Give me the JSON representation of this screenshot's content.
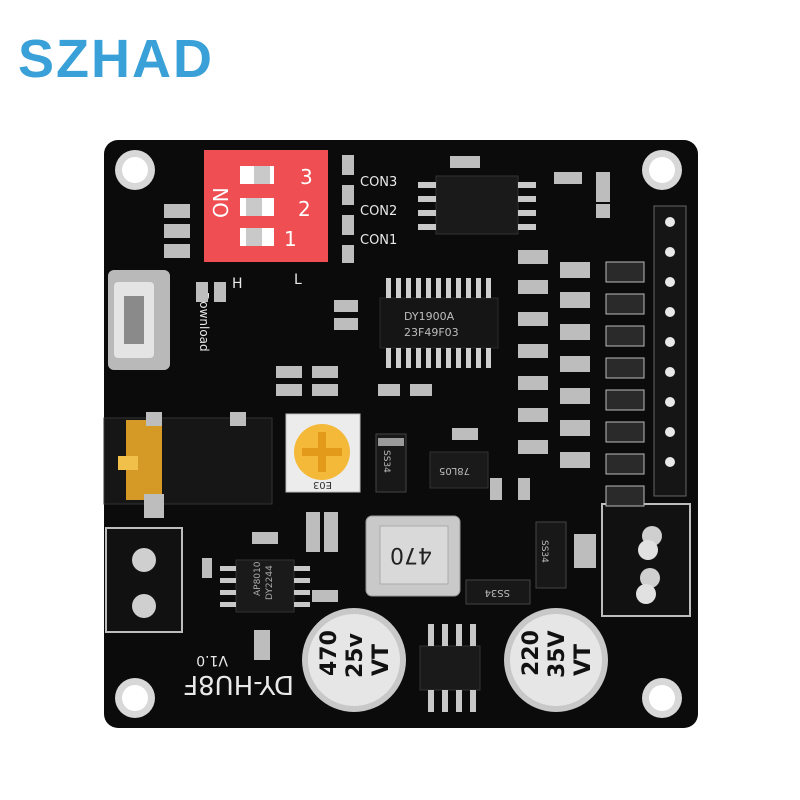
{
  "brand": {
    "name": "SZHAD",
    "color": "#3aa0d8"
  },
  "board": {
    "model": "DY-HU8F",
    "version": "V1.0",
    "pcb_color": "#0b0b0b",
    "silkscreen": {
      "dip_on": "ON",
      "dip_numbers": [
        "1",
        "2",
        "3"
      ],
      "con_labels": [
        "CON3",
        "CON2",
        "CON1"
      ],
      "usb_label": "Download",
      "h_label": "H",
      "l_label": "L"
    },
    "chips": {
      "main_chip_line1": "DY1900A",
      "main_chip_line2": "23F49F03",
      "regulator": "78L05",
      "amp_line1": "AP8010",
      "amp_line2": "DY2244",
      "potentiometer": "E03",
      "inductor": "470",
      "diode_a": "SS34",
      "diode_b": "SS34",
      "diode_c": "SS34"
    },
    "capacitors": [
      {
        "value": "470",
        "voltage": "25v",
        "mark": "VT"
      },
      {
        "value": "220",
        "voltage": "35V",
        "mark": "VT"
      }
    ]
  }
}
